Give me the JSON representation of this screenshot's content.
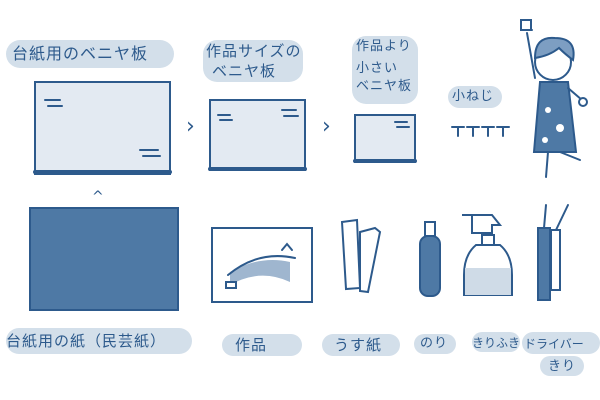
{
  "labels": {
    "base_plywood": "台紙用のベニヤ板",
    "artwork_size_plywood_1": "作品サイズの",
    "artwork_size_plywood_2": "ベニヤ板",
    "smaller_plywood_1": "作品より",
    "smaller_plywood_2": "小さい",
    "smaller_plywood_3": "ベニヤ板",
    "small_screws": "小ねじ",
    "base_paper": "台紙用の紙（民芸紙）",
    "artwork": "作品",
    "thin_paper": "うす紙",
    "glue": "のり",
    "spray": "きりふき",
    "screwdriver": "ドライバー",
    "awl": "きり"
  },
  "arrows": {
    "right": "›",
    "up": "^"
  },
  "colors": {
    "ink": "#2d5a8c",
    "paper_fill": "#4e79a5",
    "board_fill": "#e3eaf2",
    "label_bg": "#d3dfea"
  }
}
